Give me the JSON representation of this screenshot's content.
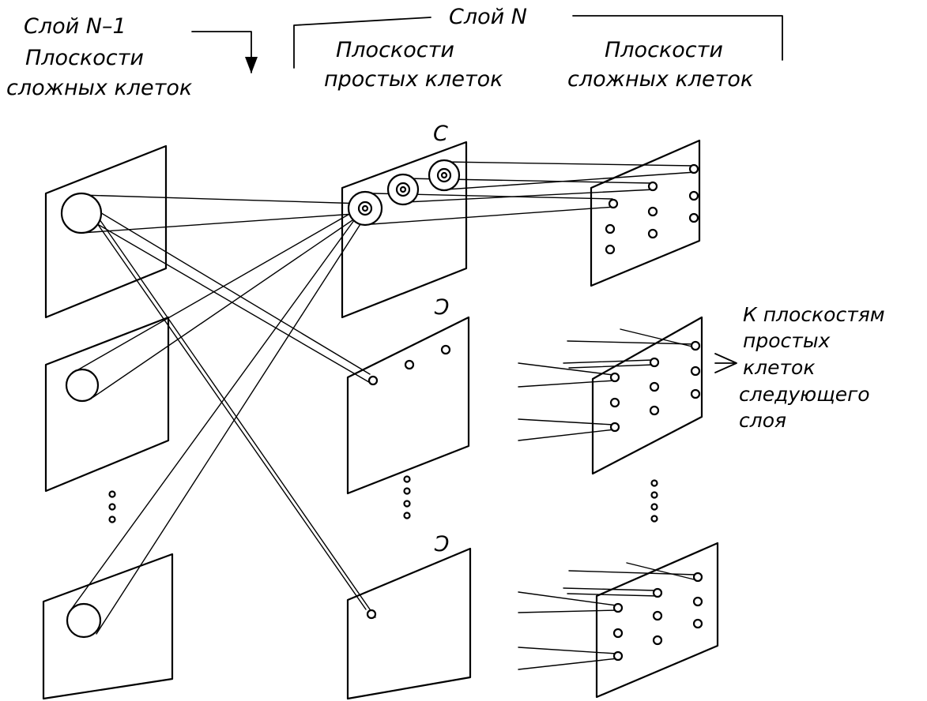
{
  "header": {
    "layer_prev": "Слой N–1",
    "layer_prev_sub1": "Плоскости",
    "layer_prev_sub2": "сложных клеток",
    "layer_n": "Слой N",
    "simple_planes1": "Плоскости",
    "simple_planes2": "простых клеток",
    "complex_planes1": "Плоскости",
    "complex_planes2": "сложных клеток"
  },
  "plane_labels": {
    "top": "С",
    "middle": "Ɔ",
    "bottom": "Ɔ"
  },
  "output_note": {
    "line1": "К плоскостям",
    "line2": "простых",
    "line3": "клеток",
    "line4": "следующего",
    "line5": "слоя"
  }
}
